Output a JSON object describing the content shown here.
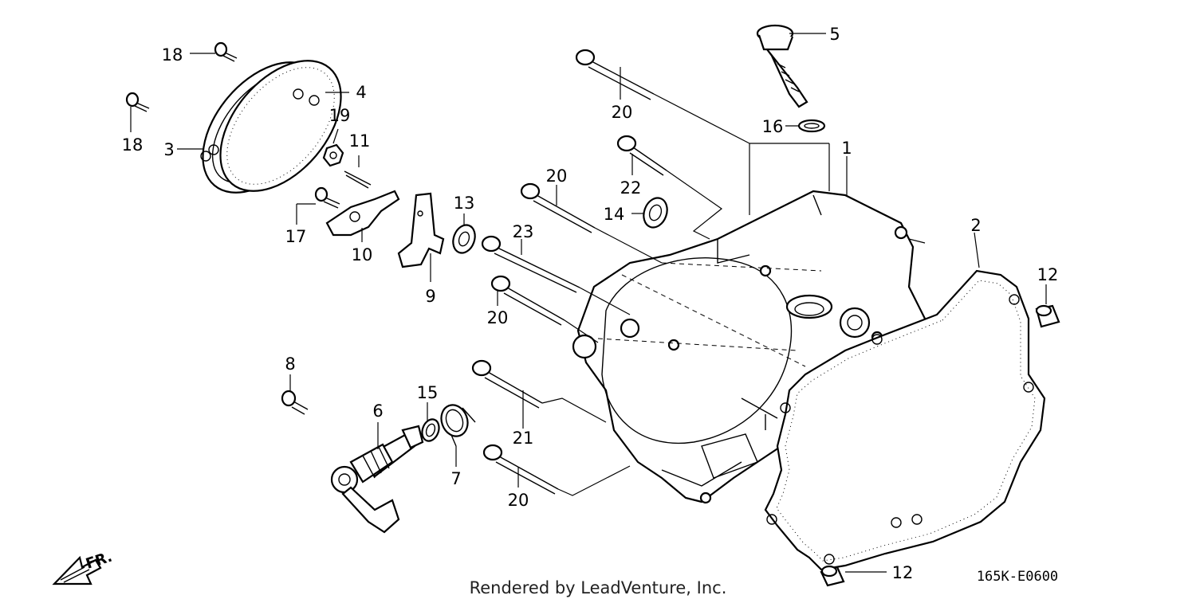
{
  "callouts": [
    "1",
    "2",
    "3",
    "4",
    "5",
    "6",
    "7",
    "8",
    "9",
    "10",
    "11",
    "12",
    "12",
    "13",
    "14",
    "15",
    "16",
    "17",
    "18",
    "18",
    "19",
    "20",
    "20",
    "20",
    "20",
    "21",
    "22",
    "23"
  ],
  "diagram_code": "165K-E0600",
  "direction_label": "FR.",
  "credit": "Rendered by LeadVenture, Inc."
}
